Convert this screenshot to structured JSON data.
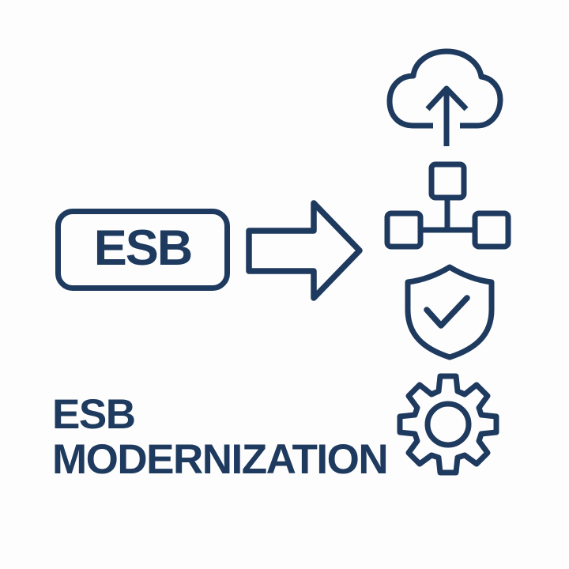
{
  "colors": {
    "ink": "#1e3a5f",
    "background": "#fdfdfd"
  },
  "source": {
    "label": "ESB"
  },
  "title": {
    "text": "ESB MODERNIZATION"
  },
  "icons": [
    {
      "name": "arrow-right-icon",
      "meaning": "transformation from legacy ESB"
    },
    {
      "name": "cloud-upload-icon",
      "meaning": "cloud migration"
    },
    {
      "name": "network-nodes-icon",
      "meaning": "distributed architecture"
    },
    {
      "name": "shield-check-icon",
      "meaning": "security and reliability"
    },
    {
      "name": "gear-icon",
      "meaning": "configuration and automation"
    }
  ]
}
